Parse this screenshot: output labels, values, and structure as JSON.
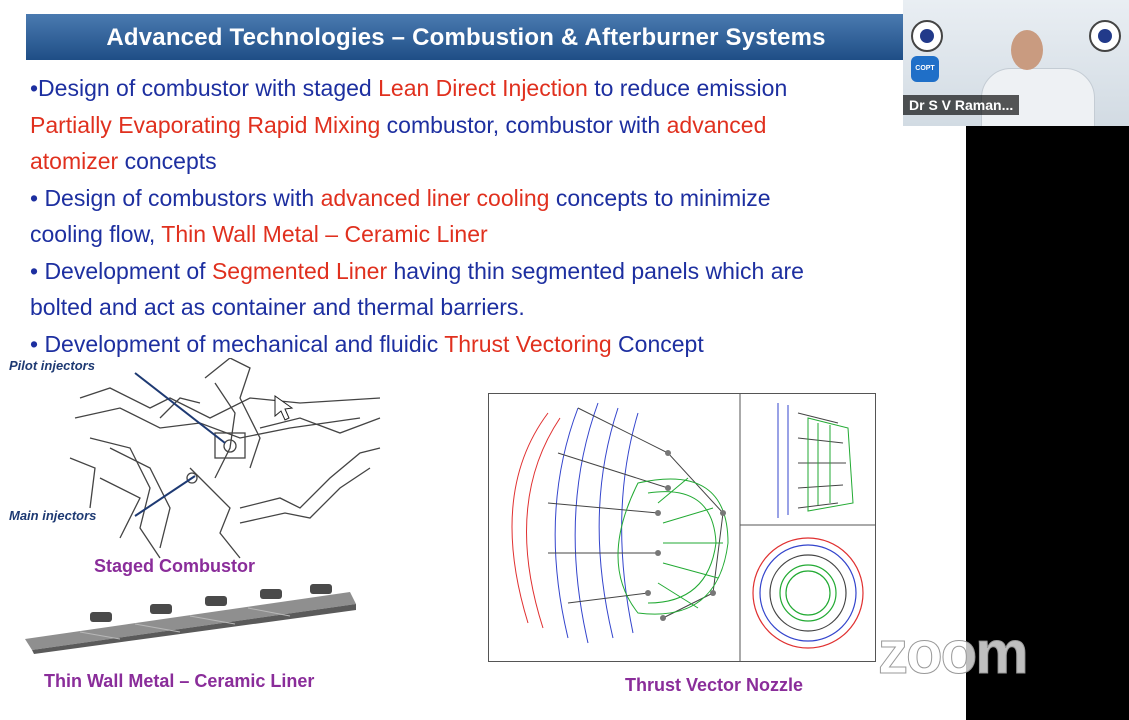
{
  "slide": {
    "title": "Advanced Technologies – Combustion & Afterburner Systems",
    "bullets": [
      {
        "parts": [
          {
            "t": "•Design of combustor with staged ",
            "hl": false
          },
          {
            "t": "Lean Direct Injection",
            "hl": true
          },
          {
            "t": " to reduce emission",
            "hl": false
          }
        ]
      },
      {
        "parts": [
          {
            "t": "Partially Evaporating Rapid Mixing",
            "hl": true
          },
          {
            "t": " combustor, combustor with ",
            "hl": false
          },
          {
            "t": "advanced",
            "hl": true
          }
        ]
      },
      {
        "parts": [
          {
            "t": "atomizer",
            "hl": true
          },
          {
            "t": " concepts",
            "hl": false
          }
        ]
      },
      {
        "parts": [
          {
            "t": "• Design of combustors with ",
            "hl": false
          },
          {
            "t": "advanced liner cooling",
            "hl": true
          },
          {
            "t": " concepts to minimize",
            "hl": false
          }
        ]
      },
      {
        "parts": [
          {
            "t": "cooling flow, ",
            "hl": false
          },
          {
            "t": "Thin Wall Metal – Ceramic Liner",
            "hl": true
          }
        ]
      },
      {
        "parts": [
          {
            "t": "• Development of ",
            "hl": false
          },
          {
            "t": "Segmented Liner",
            "hl": true
          },
          {
            "t": " having thin segmented panels which are",
            "hl": false
          }
        ]
      },
      {
        "parts": [
          {
            "t": "bolted and act as container and thermal barriers.",
            "hl": false
          }
        ]
      },
      {
        "parts": [
          {
            "t": "• Development of mechanical and fluidic ",
            "hl": false
          },
          {
            "t": "Thrust Vectoring",
            "hl": true
          },
          {
            "t": " Concept",
            "hl": false
          }
        ]
      }
    ],
    "diagram_labels": {
      "pilot": "Pilot injectors",
      "main": "Main injectors"
    },
    "captions": {
      "staged": "Staged Combustor",
      "liner": "Thin Wall Metal – Ceramic Liner",
      "nozzle": "Thrust Vector Nozzle"
    }
  },
  "video": {
    "participant_name": "Dr S V Raman..."
  },
  "watermark": "zoom",
  "colors": {
    "title_bg": "#1f4e86",
    "body_text": "#1d2fa0",
    "highlight": "#e0301e",
    "caption": "#8a2d9a"
  }
}
